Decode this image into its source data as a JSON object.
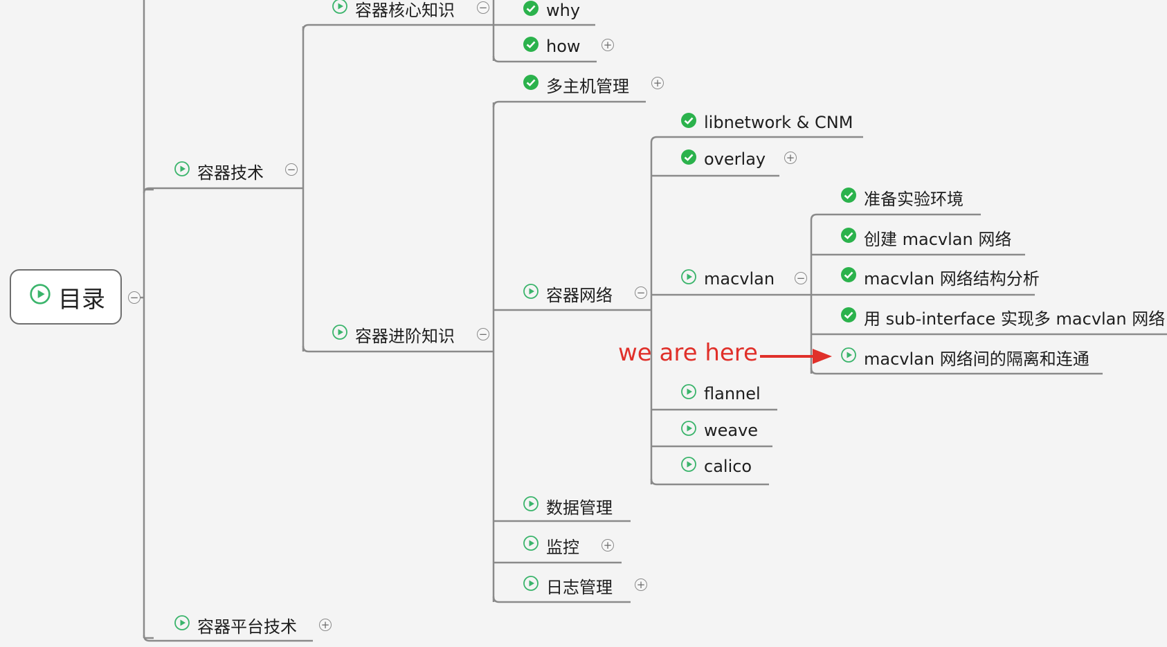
{
  "root": {
    "label": "目录",
    "icon": "play-circle-icon"
  },
  "branches": {
    "container_tech": {
      "label": "容器技术",
      "icon": "play-circle-icon"
    },
    "core_knowledge": {
      "label": "容器核心知识",
      "icon": "play-circle-icon"
    },
    "why": {
      "label": "why",
      "icon": "check-circle-icon"
    },
    "how": {
      "label": "how",
      "icon": "check-circle-icon"
    },
    "advanced": {
      "label": "容器进阶知识",
      "icon": "play-circle-icon"
    },
    "multi_host": {
      "label": "多主机管理",
      "icon": "check-circle-icon"
    },
    "network": {
      "label": "容器网络",
      "icon": "play-circle-icon"
    },
    "libnetwork": {
      "label": "libnetwork & CNM",
      "icon": "check-circle-icon"
    },
    "overlay": {
      "label": "overlay",
      "icon": "check-circle-icon"
    },
    "macvlan": {
      "label": "macvlan",
      "icon": "play-circle-icon"
    },
    "mv_env": {
      "label": "准备实验环境",
      "icon": "check-circle-icon"
    },
    "mv_create": {
      "label": "创建 macvlan 网络",
      "icon": "check-circle-icon"
    },
    "mv_struct": {
      "label": "macvlan 网络结构分析",
      "icon": "check-circle-icon"
    },
    "mv_subif": {
      "label": "用 sub-interface 实现多 macvlan 网络",
      "icon": "check-circle-icon"
    },
    "mv_isolation": {
      "label": "macvlan 网络间的隔离和连通",
      "icon": "play-circle-icon"
    },
    "flannel": {
      "label": "flannel",
      "icon": "play-circle-icon"
    },
    "weave": {
      "label": "weave",
      "icon": "play-circle-icon"
    },
    "calico": {
      "label": "calico",
      "icon": "play-circle-icon"
    },
    "data_mgmt": {
      "label": "数据管理",
      "icon": "play-circle-icon"
    },
    "monitor": {
      "label": "监控",
      "icon": "play-circle-icon"
    },
    "log_mgmt": {
      "label": "日志管理",
      "icon": "play-circle-icon"
    },
    "platform": {
      "label": "容器平台技术",
      "icon": "play-circle-icon"
    }
  },
  "toggles": {
    "collapse": "−",
    "expand": "+"
  },
  "annotation": {
    "text": "we are here"
  },
  "colors": {
    "check_green": "#2bb24c",
    "play_green": "#3ab46b",
    "line_gray": "#8a8a8a",
    "annotation_red": "#e0302a"
  }
}
